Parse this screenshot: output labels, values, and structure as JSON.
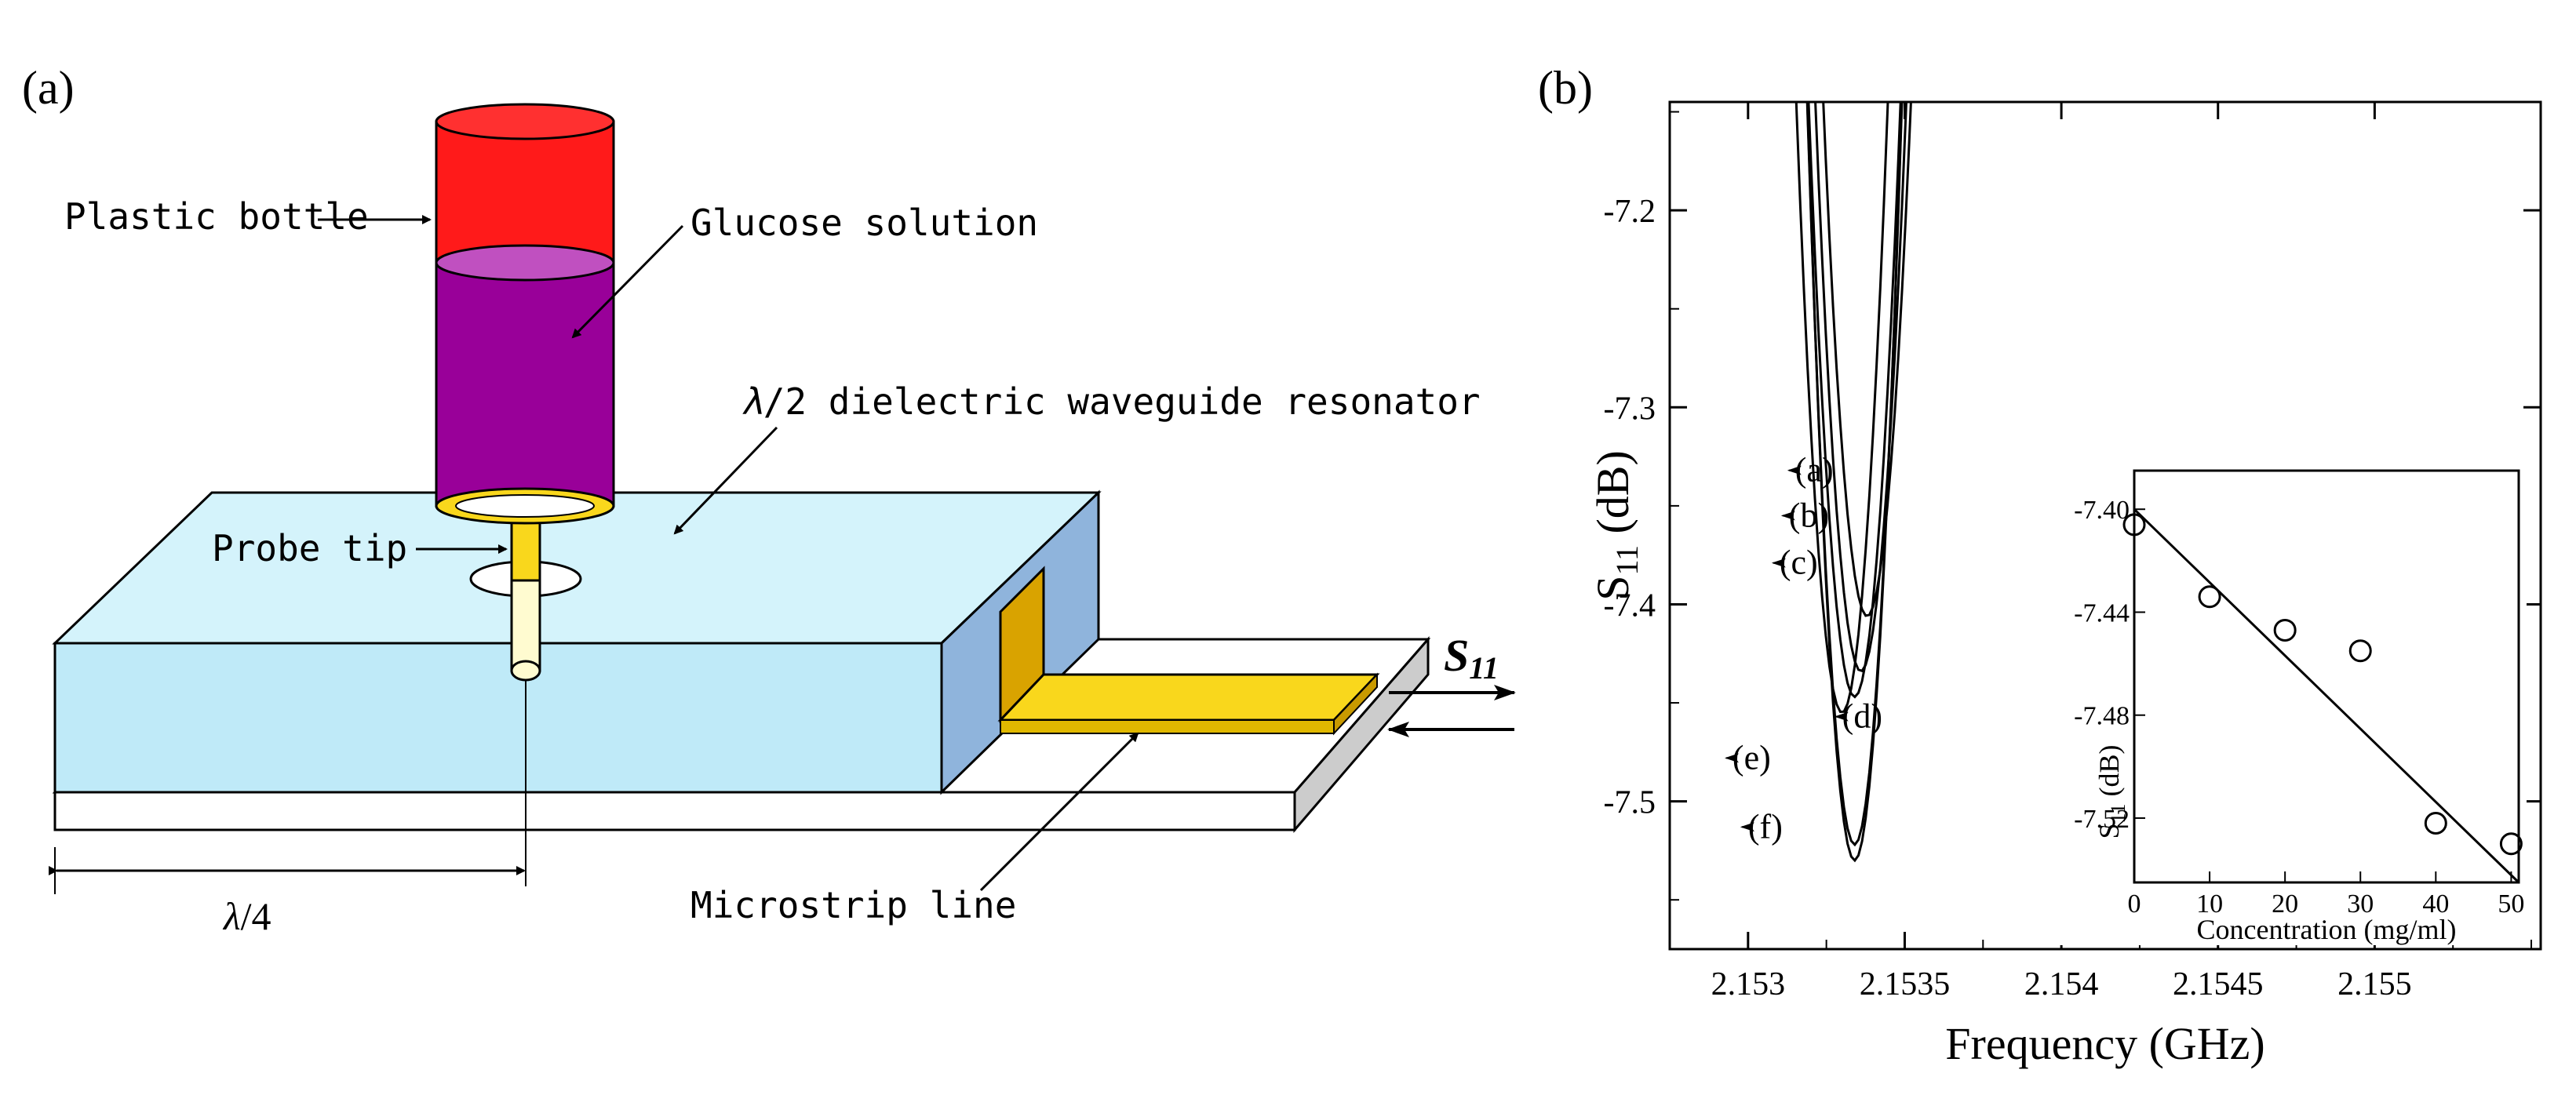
{
  "panel_a": {
    "label": "(a)",
    "labels": {
      "plastic_bottle": "Plastic bottle",
      "glucose_solution": "Glucose solution",
      "resonator_prefix": "λ",
      "resonator_suffix": "/2 dielectric waveguide resonator",
      "probe_tip": "Probe tip",
      "microstrip_line": "Microstrip line",
      "quarter_wave_prefix": "λ",
      "quarter_wave_suffix": "/4",
      "s11_main": "S",
      "s11_sub": "11"
    },
    "colors": {
      "bottle": "#ff1a1a",
      "solution": "#990099",
      "resonator_top": "#d4f3fb",
      "resonator_front": "#bfeaf8",
      "resonator_side": "#8fb4dc",
      "gold": "#f9d71c",
      "substrate": "#ffffff",
      "substrate_side": "#c8c8c8"
    }
  },
  "panel_b": {
    "label": "(b)",
    "chart_data": {
      "type": "line",
      "xlabel": "Frequency (GHz)",
      "ylabel_main": "S",
      "ylabel_sub": "11",
      "ylabel_unit": " (dB)",
      "xlim": [
        2.15275,
        2.15553
      ],
      "ylim": [
        -7.575,
        -7.145
      ],
      "xticks": [
        {
          "value": 2.153,
          "label": "2.153"
        },
        {
          "value": 2.1535,
          "label": "2.1535"
        },
        {
          "value": 2.154,
          "label": "2.154"
        },
        {
          "value": 2.1545,
          "label": "2.1545"
        },
        {
          "value": 2.155,
          "label": "2.155"
        }
      ],
      "yticks": [
        {
          "value": -7.2,
          "label": "-7.2"
        },
        {
          "value": -7.3,
          "label": "-7.3"
        },
        {
          "value": -7.4,
          "label": "-7.4"
        },
        {
          "value": -7.5,
          "label": "-7.5"
        }
      ],
      "series": [
        {
          "name": "(a)",
          "min_x": 2.15338,
          "min_y": -7.406,
          "curvature": 13300000,
          "label_at": {
            "x": 2.15305,
            "y": -7.332
          }
        },
        {
          "name": "(b)",
          "min_x": 2.15336,
          "min_y": -7.434,
          "curvature": 13700000,
          "label_at": {
            "x": 2.15303,
            "y": -7.355
          }
        },
        {
          "name": "(c)",
          "min_x": 2.15334,
          "min_y": -7.447,
          "curvature": 14000000,
          "label_at": {
            "x": 2.153,
            "y": -7.379
          }
        },
        {
          "name": "(d)",
          "min_x": 2.1533,
          "min_y": -7.455,
          "curvature": 14500000,
          "label_at": {
            "x": 2.1532,
            "y": -7.457
          }
        },
        {
          "name": "(e)",
          "min_x": 2.15334,
          "min_y": -7.522,
          "curvature": 16500000,
          "label_at": {
            "x": 2.15285,
            "y": -7.478
          }
        },
        {
          "name": "(f)",
          "min_x": 2.15334,
          "min_y": -7.53,
          "curvature": 17000000,
          "label_at": {
            "x": 2.1529,
            "y": -7.513
          }
        }
      ],
      "inset": {
        "type": "scatter",
        "xlabel": "Concentration (mg/ml)",
        "ylabel_main": "S",
        "ylabel_sub": "11",
        "ylabel_unit": " (dB)",
        "xlim": [
          0,
          51
        ],
        "ylim": [
          -7.545,
          -7.385
        ],
        "xticks": [
          {
            "value": 0,
            "label": "0"
          },
          {
            "value": 10,
            "label": "10"
          },
          {
            "value": 20,
            "label": "20"
          },
          {
            "value": 30,
            "label": "30"
          },
          {
            "value": 40,
            "label": "40"
          },
          {
            "value": 50,
            "label": "50"
          }
        ],
        "yticks": [
          {
            "value": -7.4,
            "label": "-7.40"
          },
          {
            "value": -7.44,
            "label": "-7.44"
          },
          {
            "value": -7.48,
            "label": "-7.48"
          },
          {
            "value": -7.52,
            "label": "-7.52"
          }
        ],
        "points": [
          {
            "x": 0,
            "y": -7.406
          },
          {
            "x": 10,
            "y": -7.434
          },
          {
            "x": 20,
            "y": -7.447
          },
          {
            "x": 30,
            "y": -7.455
          },
          {
            "x": 40,
            "y": -7.522
          },
          {
            "x": 50,
            "y": -7.53
          }
        ],
        "fit_line": {
          "x0": 0,
          "y0": -7.4,
          "x1": 51,
          "y1": -7.545
        }
      }
    }
  }
}
